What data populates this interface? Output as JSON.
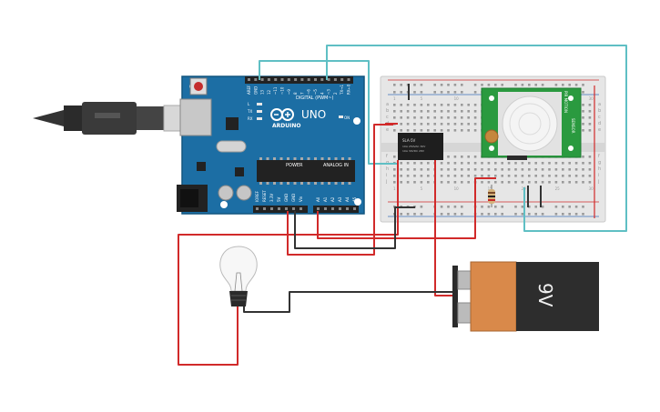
{
  "arduino": {
    "brand": "ARDUINO",
    "model": "UNO",
    "digital_header_label": "DIGITAL (PWM~)",
    "power_label": "POWER",
    "analog_label": "ANALOG IN",
    "on_label": "ON",
    "led_labels": [
      "L",
      "TX",
      "RX"
    ],
    "top_pin_labels": [
      "AREF",
      "GND",
      "13",
      "12",
      "~11",
      "~10",
      "~9",
      "8",
      "7",
      "~6",
      "~5",
      "4",
      "~3",
      "2",
      "TX→1",
      "RX←0"
    ],
    "power_pin_labels": [
      "IOREF",
      "RESET",
      "3.3V",
      "5V",
      "GND",
      "GND",
      "Vin"
    ],
    "analog_pin_labels": [
      "A0",
      "A1",
      "A2",
      "A3",
      "A4",
      "A5"
    ]
  },
  "relay": {
    "line1": "SLA-5V",
    "line2": "10A 250VAC 30V",
    "line3": "10A 30VDC 28V"
  },
  "pir": {
    "label_left": "PIR MOTION",
    "label_right": "SENSOR"
  },
  "battery": {
    "label": "9V"
  },
  "breadboard": {
    "row_letters_top": [
      "a",
      "b",
      "c",
      "d",
      "e"
    ],
    "row_letters_bottom": [
      "f",
      "g",
      "h",
      "i",
      "j"
    ],
    "column_numbers": [
      "1",
      "5",
      "10",
      "15",
      "20",
      "25",
      "30"
    ]
  },
  "colors": {
    "board": "#1c6ea4",
    "wire_red": "#d12a2a",
    "wire_teal": "#5fbfc4",
    "wire_black": "#333333",
    "pir_board": "#2a9a3f",
    "battery_orange": "#d9894a",
    "battery_black": "#2d2d2d"
  }
}
